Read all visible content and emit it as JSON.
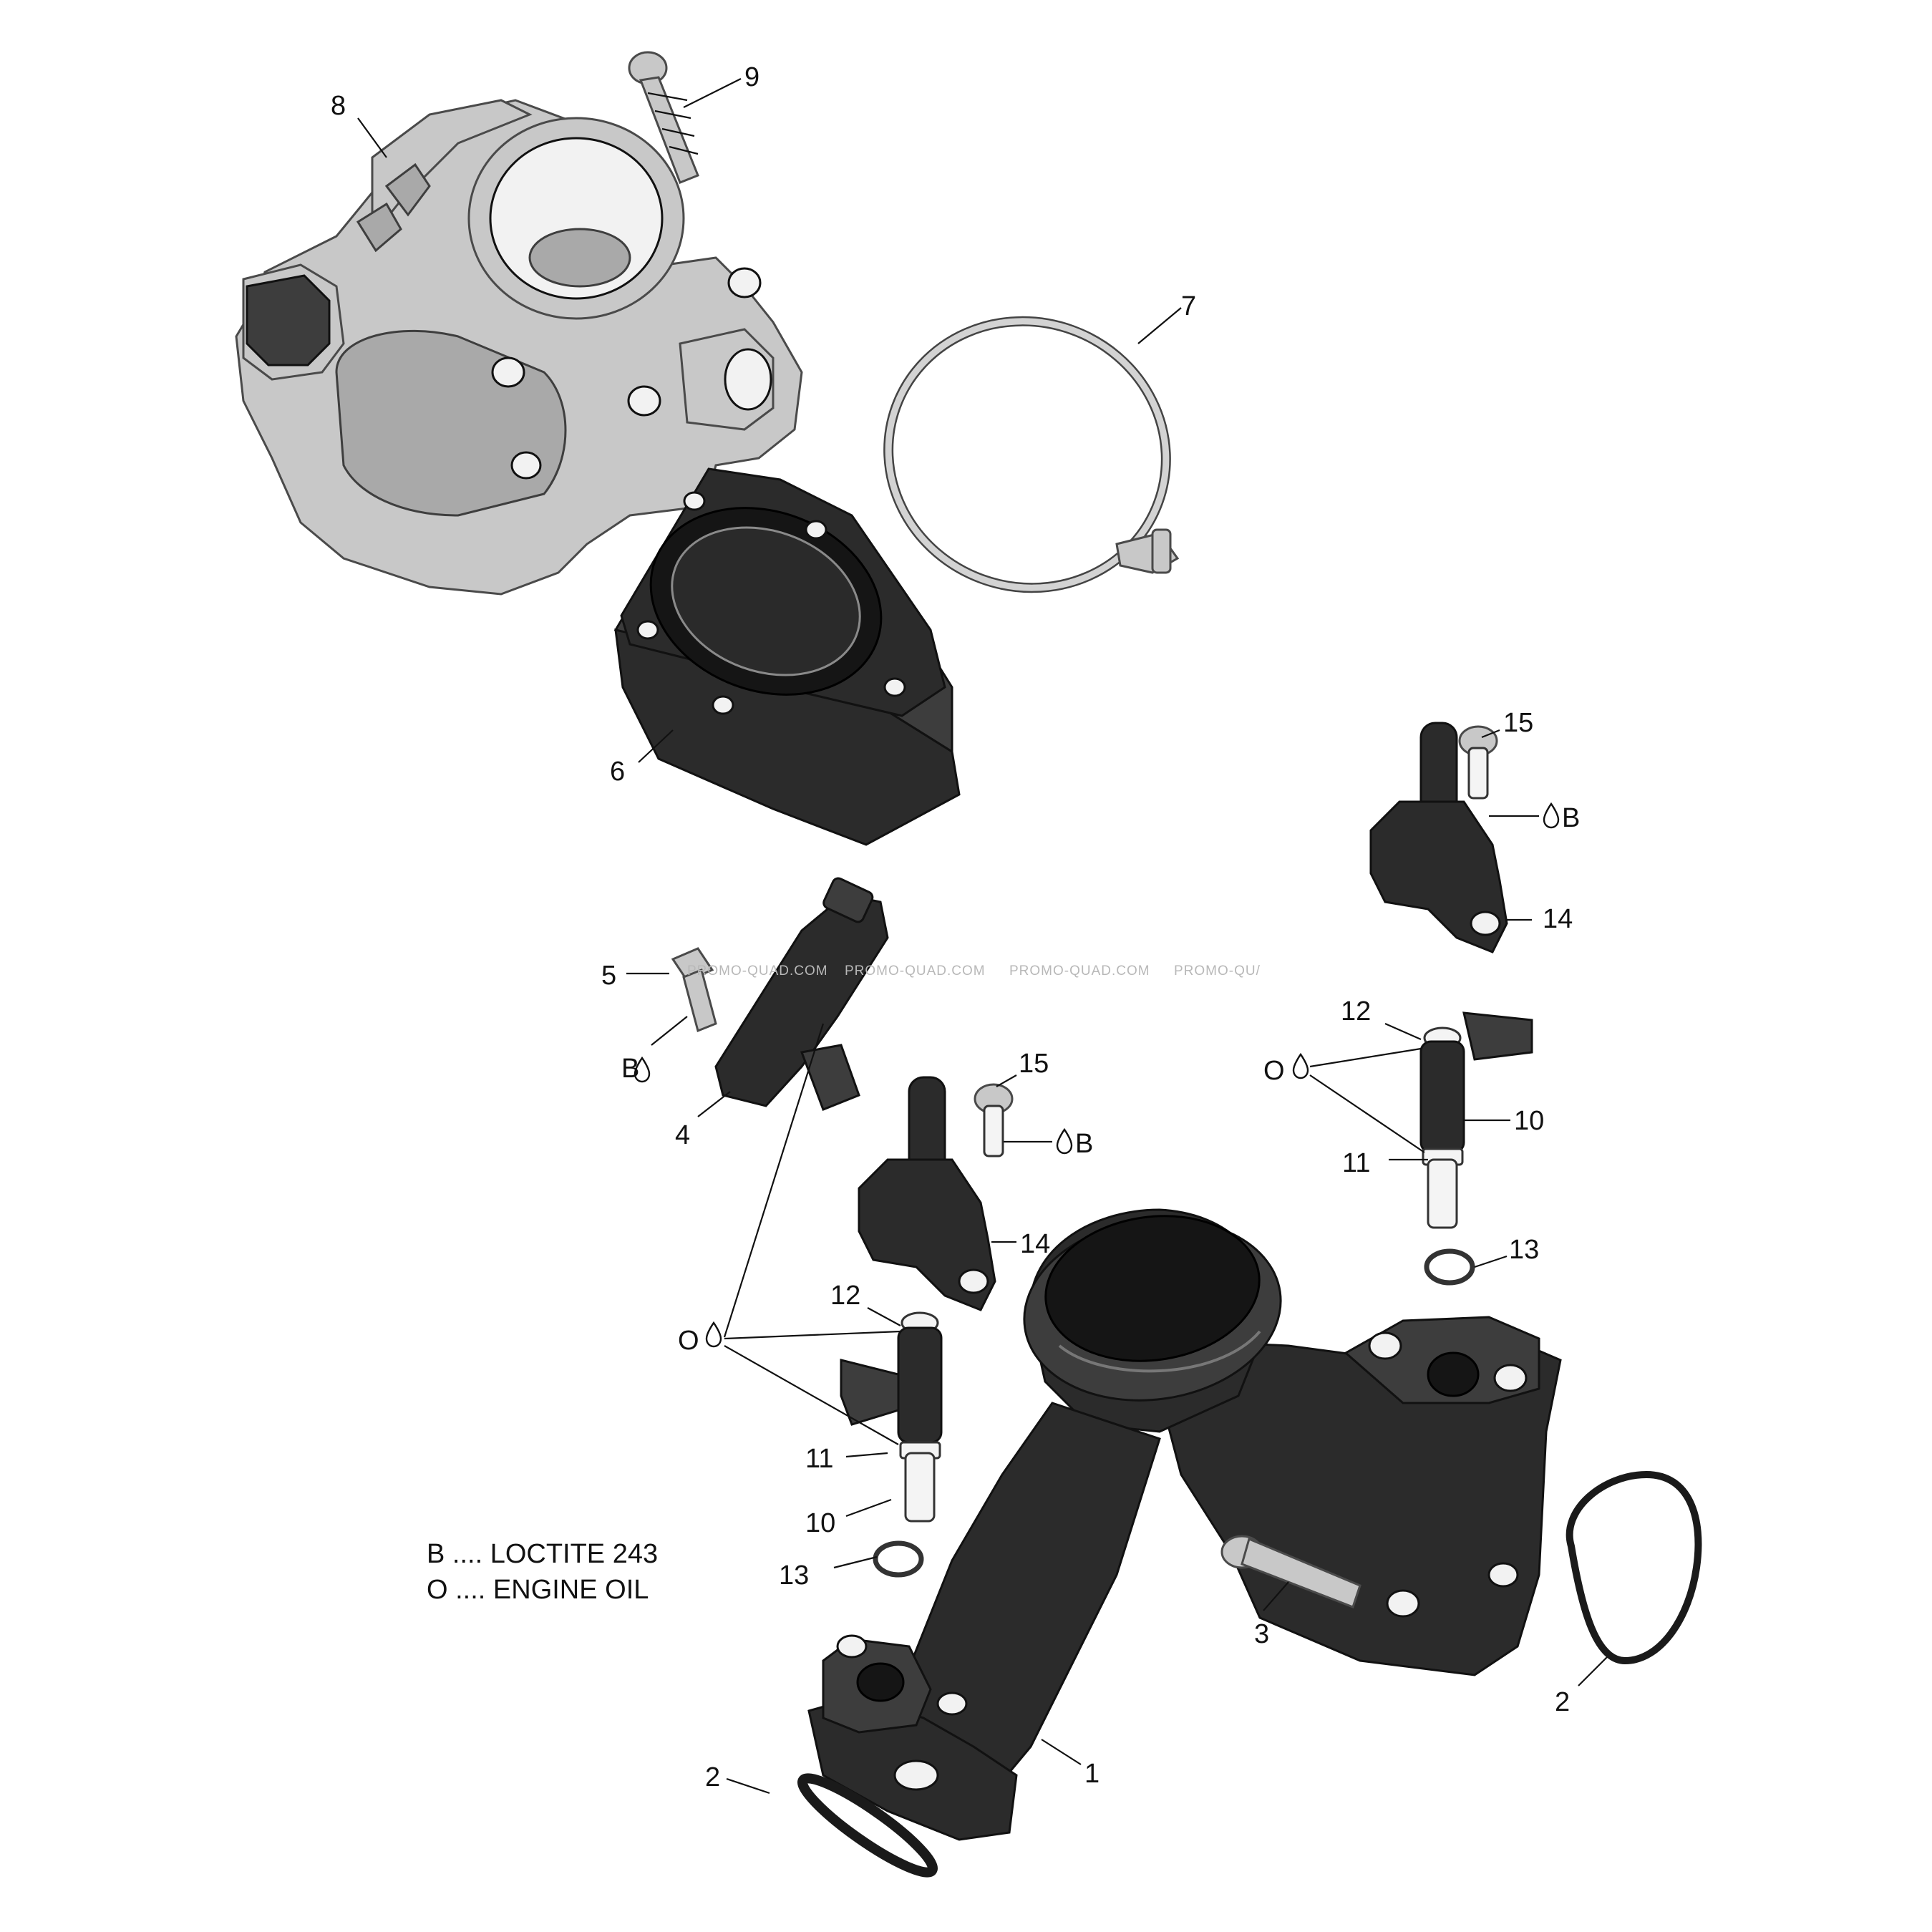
{
  "callouts": {
    "c1": "1",
    "c2a": "2",
    "c2b": "2",
    "c3": "3",
    "c4": "4",
    "c5": "5",
    "c6": "6",
    "c7": "7",
    "c8": "8",
    "c9": "9",
    "c10a": "10",
    "c10b": "10",
    "c11a": "11",
    "c11b": "11",
    "c12a": "12",
    "c12b": "12",
    "c13a": "13",
    "c13b": "13",
    "c14a": "14",
    "c14b": "14",
    "c15a": "15",
    "c15b": "15"
  },
  "material_marks": {
    "b_at_5": "B",
    "b_at_15_left": "B",
    "b_at_15_right": "B",
    "o_left": "O",
    "o_right": "O"
  },
  "legend": {
    "line1": "B .... LOCTITE 243",
    "line2": "O .... ENGINE OIL"
  },
  "watermark": [
    "PROMO-QUAD.COM",
    "PROMO-QUAD.COM",
    "PROMO-QUAD.COM",
    "PROMO-QU/"
  ],
  "colors": {
    "grey_parts": "#c8c8c8",
    "black_parts": "#2b2b2b",
    "line": "#111111"
  }
}
